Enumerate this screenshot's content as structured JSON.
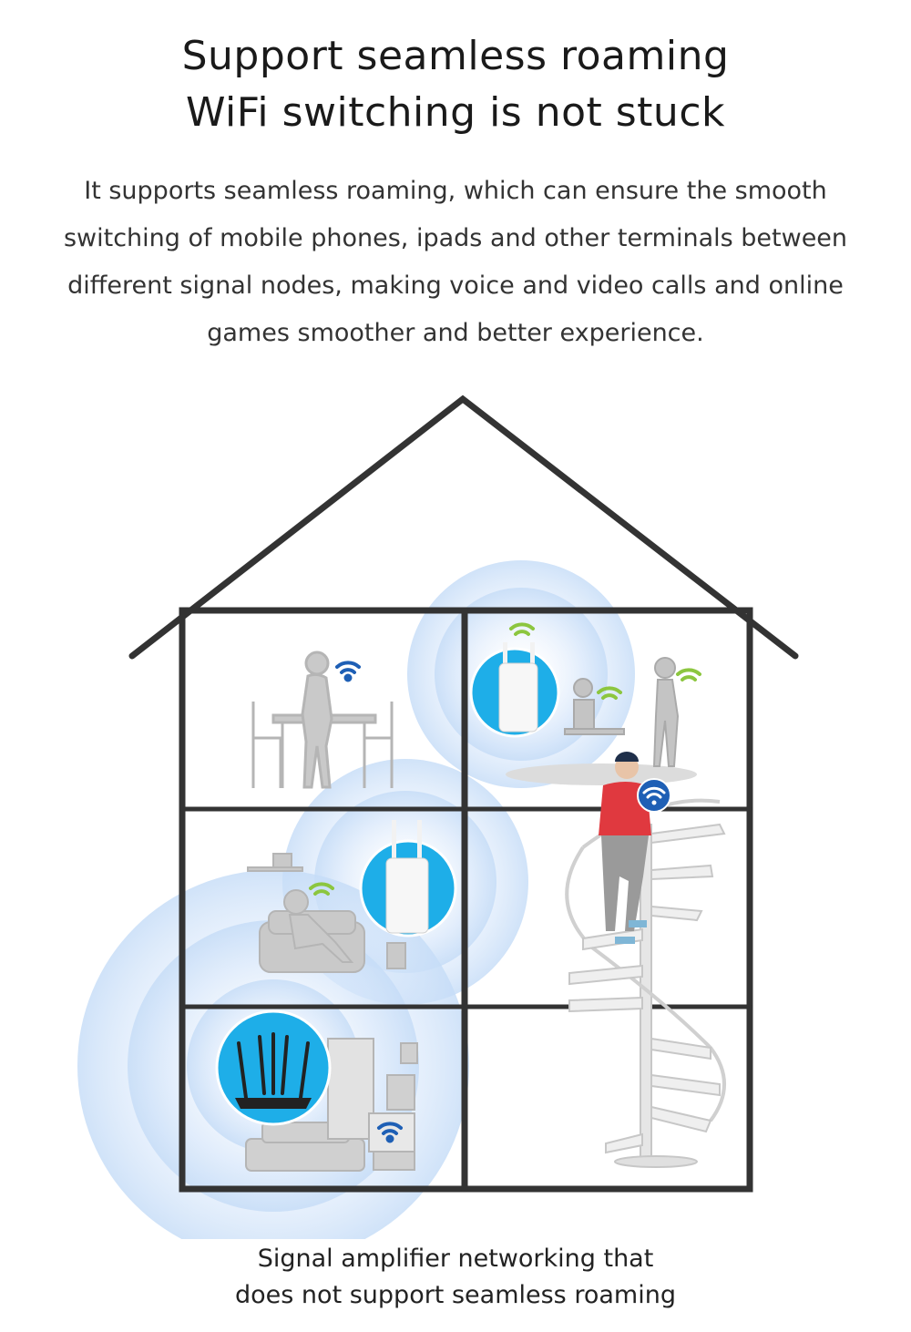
{
  "header": {
    "title_line1": "Support seamless roaming",
    "title_line2": "WiFi switching is not stuck"
  },
  "description": {
    "line1": "It supports seamless roaming, which can ensure the smooth",
    "line2": "switching of mobile phones, ipads and other terminals between",
    "line3": "different signal nodes, making voice and video calls and online",
    "line4": "games smoother and better experience."
  },
  "illustration": {
    "icons": [
      "house-icon",
      "router-icon",
      "extender-icon",
      "wifi-icon",
      "person-icon",
      "spiral-staircase-icon",
      "table-icon",
      "chair-icon",
      "sofa-icon",
      "tv-icon"
    ],
    "colors": {
      "house_outline": "#333333",
      "signal_ring": "#cfe3f8",
      "device_circle": "#1eaee8",
      "wifi_green": "#8cc63f",
      "wifi_blue": "#1e5fb5",
      "shirt_red": "#e0393f"
    }
  },
  "caption": {
    "line1": "Signal amplifier networking that",
    "line2": "does not support seamless roaming"
  }
}
